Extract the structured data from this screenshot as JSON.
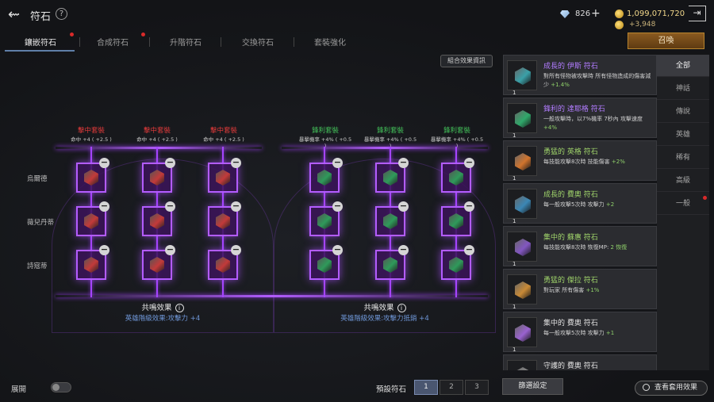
{
  "header": {
    "title": "符石",
    "help": "?",
    "gems": "826",
    "gold": "1,099,071,720",
    "gold_sub": "+3,948",
    "exit": "⇥",
    "back": "⇜"
  },
  "tabs": [
    {
      "label": "鑲嵌符石"
    },
    {
      "label": "合成符石"
    },
    {
      "label": "升階符石"
    },
    {
      "label": "交換符石"
    },
    {
      "label": "套裝強化"
    }
  ],
  "summon_label": "召喚",
  "combo_label": "組合效果資訊",
  "row_labels": [
    "烏爾德",
    "薇兒丹蒂",
    "詩寇蒂"
  ],
  "left_sets": [
    {
      "name": "擊中套裝",
      "sub": "命中 +4 ( +2.5 )"
    },
    {
      "name": "擊中套裝",
      "sub": "命中 +4 ( +2.5 )"
    },
    {
      "name": "擊中套裝",
      "sub": "命中 +4 ( +2.5 )"
    }
  ],
  "right_sets": [
    {
      "name": "鋒利套裝",
      "sub": "暴擊機率 +4% ( +0.5 )"
    },
    {
      "name": "鋒利套裝",
      "sub": "暴擊機率 +4% ( +0.5 )"
    },
    {
      "name": "鋒利套裝",
      "sub": "暴擊機率 +4% ( +0.5 )"
    }
  ],
  "resonance": [
    {
      "label": "共鳴效果",
      "effect": "英雄階級效果:攻擊力 +4"
    },
    {
      "label": "共鳴效果",
      "effect": "英雄階級效果:攻擊力抵銷 +4"
    }
  ],
  "list": [
    {
      "name": "成長的 伊斯 符石",
      "desc": "對所有怪物被攻擊時 所有怪物造成的傷害減少",
      "bonus": "+1.4%",
      "count": "1",
      "nameColor": "#b27cff",
      "rune": "#3aa0a8"
    },
    {
      "name": "鋒利的 達耶格 符石",
      "desc": "一般攻擊時，以7%機率 7秒內 攻擊速度",
      "bonus": "+4%",
      "count": "1",
      "nameColor": "#b27cff",
      "rune": "#2fa86a"
    },
    {
      "name": "勇猛的 英格 符石",
      "desc": "每技能攻擊8次時 技能傷害",
      "bonus": "+2%",
      "count": "1",
      "nameColor": "#9fd36a",
      "rune": "#d1742d"
    },
    {
      "name": "成長的 費奧 符石",
      "desc": "每一般攻擊5次時 攻擊力",
      "bonus": "+2",
      "count": "1",
      "nameColor": "#9fd36a",
      "rune": "#3b87b5"
    },
    {
      "name": "集中的 蘇惠 符石",
      "desc": "每技能攻擊8次時 恢復MP:",
      "bonus": "2 恢復",
      "count": "1",
      "nameColor": "#9fd36a",
      "rune": "#8256c1"
    },
    {
      "name": "勇猛的 傑拉 符石",
      "desc": "對玩家 所有傷害",
      "bonus": "+1%",
      "count": "1",
      "nameColor": "#9fd36a",
      "rune": "#c98a36"
    },
    {
      "name": "集中的 費奧 符石",
      "desc": "每一般攻擊5次時 攻擊力",
      "bonus": "+1",
      "count": "1",
      "nameColor": "#e0e0e0",
      "rune": "#9a62d0"
    },
    {
      "name": "守護的 費奧 符石",
      "desc": "",
      "bonus": "",
      "count": "",
      "nameColor": "#e0e0e0",
      "rune": "#888"
    }
  ],
  "filters": [
    "全部",
    "神話",
    "傳說",
    "英雄",
    "稀有",
    "高級",
    "一般"
  ],
  "expand_label": "展開",
  "preset_label": "預設符石",
  "presets": [
    "1",
    "2",
    "3"
  ],
  "filter_button": "篩選設定",
  "view_button": "查看套用效果"
}
